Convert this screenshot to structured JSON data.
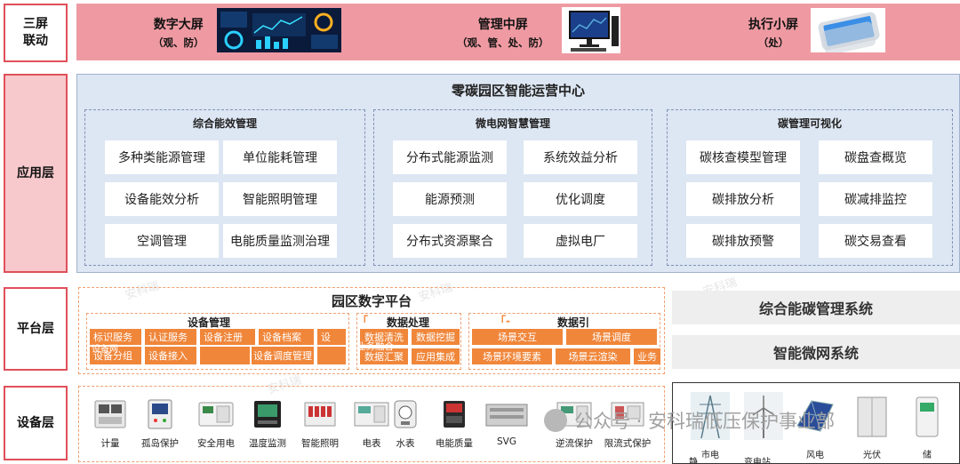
{
  "layers": {
    "screens": "三屏\n联动",
    "application": "应用层",
    "platform": "平台层",
    "device": "设备层"
  },
  "screens": [
    {
      "title": "数字大屏",
      "sub": "（观、防）",
      "icon": "dashboard-screen"
    },
    {
      "title": "管理中屏",
      "sub": "（观、管、处、防）",
      "icon": "desktop-monitor"
    },
    {
      "title": "执行小屏",
      "sub": "（处）",
      "icon": "smartphone"
    }
  ],
  "application": {
    "title": "零碳园区智能运营中心",
    "groups": [
      {
        "title": "综合能效管理",
        "items": [
          "多种类能源管理",
          "单位能耗管理",
          "设备能效分析",
          "智能照明管理",
          "空调管理",
          "电能质量监测治理"
        ]
      },
      {
        "title": "微电网智慧管理",
        "items": [
          "分布式能源监测",
          "系统效益分析",
          "能源预测",
          "优化调度",
          "分布式资源聚合",
          "虚拟电厂"
        ]
      },
      {
        "title": "碳管理可视化",
        "items": [
          "碳核查模型管理",
          "碳盘查概览",
          "碳排放分析",
          "碳减排监控",
          "碳排放预警",
          "碳交易查看"
        ]
      }
    ]
  },
  "platform": {
    "title": "园区数字平台",
    "device_mgmt": {
      "title": "设备管理",
      "row1": [
        "标识服务",
        "认证服务",
        "设备注册",
        "设备档案",
        "设"
      ],
      "row2": [
        "设备分组",
        "设备接入",
        "",
        "设备调度管理",
        ""
      ],
      "overlay": "设备网"
    },
    "data_proc": {
      "title": "数据处理",
      "row1": [
        "数据清洗",
        "数据挖掘"
      ],
      "row2": [
        "数据汇聚",
        "应用集成"
      ],
      "overlay": "业务融合"
    },
    "data_engine": {
      "title": "数据引",
      "prefix": "「-",
      "row1": [
        "场景交互",
        "场景调度"
      ],
      "row2": [
        "场景环境要素",
        "场景云渲染",
        "业务"
      ]
    },
    "bracket": "「",
    "systems": [
      "综合能碳管理系统",
      "智能微网系统"
    ]
  },
  "devices": [
    {
      "label": "计量",
      "icon": "meter-icon"
    },
    {
      "label": "孤岛保护",
      "icon": "island-protection-icon"
    },
    {
      "label": "安全用电",
      "icon": "safety-power-icon"
    },
    {
      "label": "温度监测",
      "icon": "temperature-monitor-icon"
    },
    {
      "label": "智能照明",
      "icon": "smart-lighting-icon"
    },
    {
      "label": "电表",
      "icon": "electric-meter-icon"
    },
    {
      "label": "水表",
      "icon": "water-meter-icon"
    },
    {
      "label": "电能质量",
      "icon": "power-quality-icon"
    },
    {
      "label": "SVG",
      "icon": "svg-device-icon"
    },
    {
      "label": "逆流保护",
      "icon": "reverse-flow-protection-icon"
    },
    {
      "label": "限流式保护",
      "icon": "current-limiting-protection-icon"
    }
  ],
  "energy_sources": [
    {
      "label": "市电",
      "icon": "grid-tower-icon"
    },
    {
      "label": "",
      "icon": "wind-turbine-icon"
    },
    {
      "label": "风电",
      "icon": "solar-panel-icon"
    },
    {
      "label": "光伏",
      "icon": "battery-cabinet-icon"
    },
    {
      "label": "储",
      "icon": "charging-pile-icon"
    }
  ],
  "energy_extra": [
    "静",
    "变电站"
  ],
  "watermark": "公众号 · 安科瑞低压保护事业部",
  "bg_mark": "安科瑞",
  "colors": {
    "pink": "#ef9aa2",
    "orange": "#f0863a",
    "blue": "#dde6f3",
    "red_border": "#e0505a"
  }
}
